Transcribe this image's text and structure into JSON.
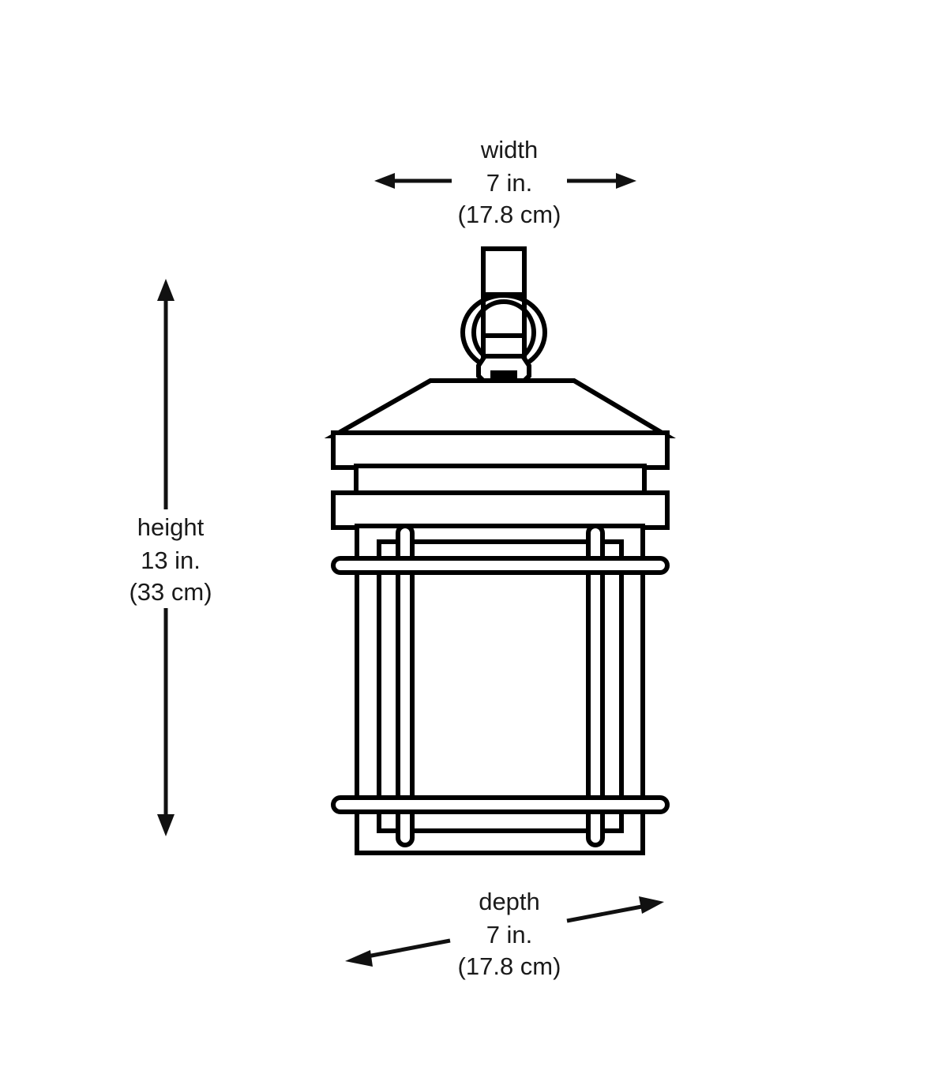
{
  "image": {
    "subject": "outdoor wall lantern dimension diagram",
    "background_color": "#ffffff",
    "line_color": "#000000"
  },
  "dimensions": {
    "width": {
      "label": "width",
      "imperial": "7 in.",
      "metric": "(17.8 cm)",
      "arrow_direction": "horizontal-double"
    },
    "height": {
      "label": "height",
      "imperial": "13 in.",
      "metric": "(33 cm)",
      "arrow_direction": "vertical-double"
    },
    "depth": {
      "label": "depth",
      "imperial": "7 in.",
      "metric": "(17.8 cm)",
      "arrow_direction": "diagonal-double"
    }
  }
}
